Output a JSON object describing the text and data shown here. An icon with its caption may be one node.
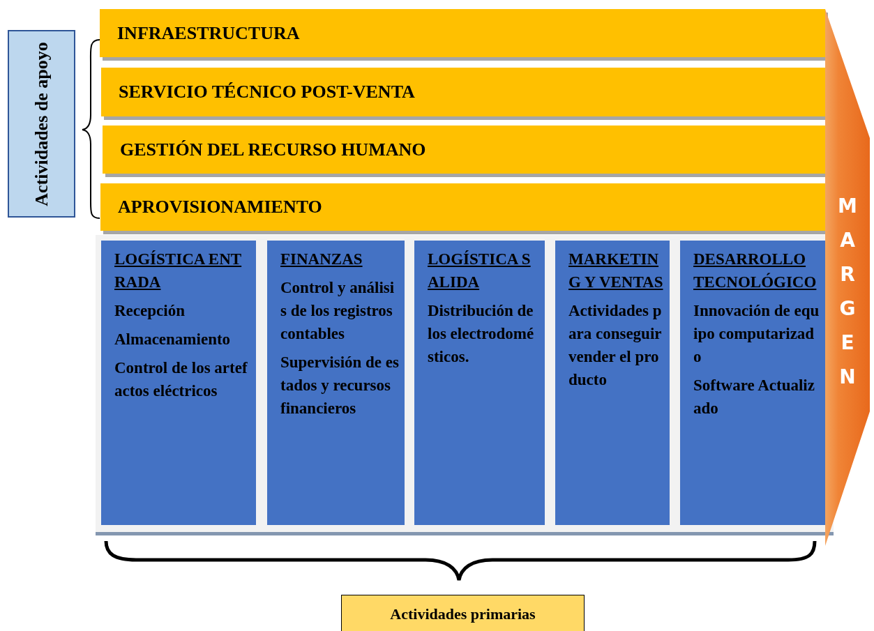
{
  "diagram": {
    "nodes": [
      {
        "text": [
          "Actividades de apoyo"
        ]
      },
      {
        "text": [
          "INFRAESTRUCTURA"
        ]
      },
      {
        "text": [
          "SERVICIO TÉCNICO POST-VENTA"
        ]
      },
      {
        "text": [
          "GESTIÓN DEL RECURSO HUMANO"
        ]
      },
      {
        "text": [
          "APROVISIONAMIENTO"
        ]
      },
      {
        "text": [
          "LOGÍSTICA ENTRADA",
          "Recepción",
          "Almacenamiento",
          "Control de los artefactos eléctricos"
        ]
      },
      {
        "text": [
          "FINANZAS",
          "Control y análisis de los registros contables",
          "Supervisión de estados y recursos financieros"
        ]
      },
      {
        "text": [
          "LOGÍSTICA SALIDA",
          "Distribución de los electrodomésticos."
        ]
      },
      {
        "text": [
          "MARKETING Y VENTAS",
          "Actividades para conseguir vender el producto"
        ]
      },
      {
        "text": [
          "DESARROLLO TECNOLÓGICO",
          "Innovación de equipo computarizado",
          "Software Actualizado"
        ]
      },
      {
        "text": [
          "MARGEN"
        ]
      },
      {
        "text": [
          "Actividades primarias"
        ]
      }
    ],
    "edges": []
  }
}
